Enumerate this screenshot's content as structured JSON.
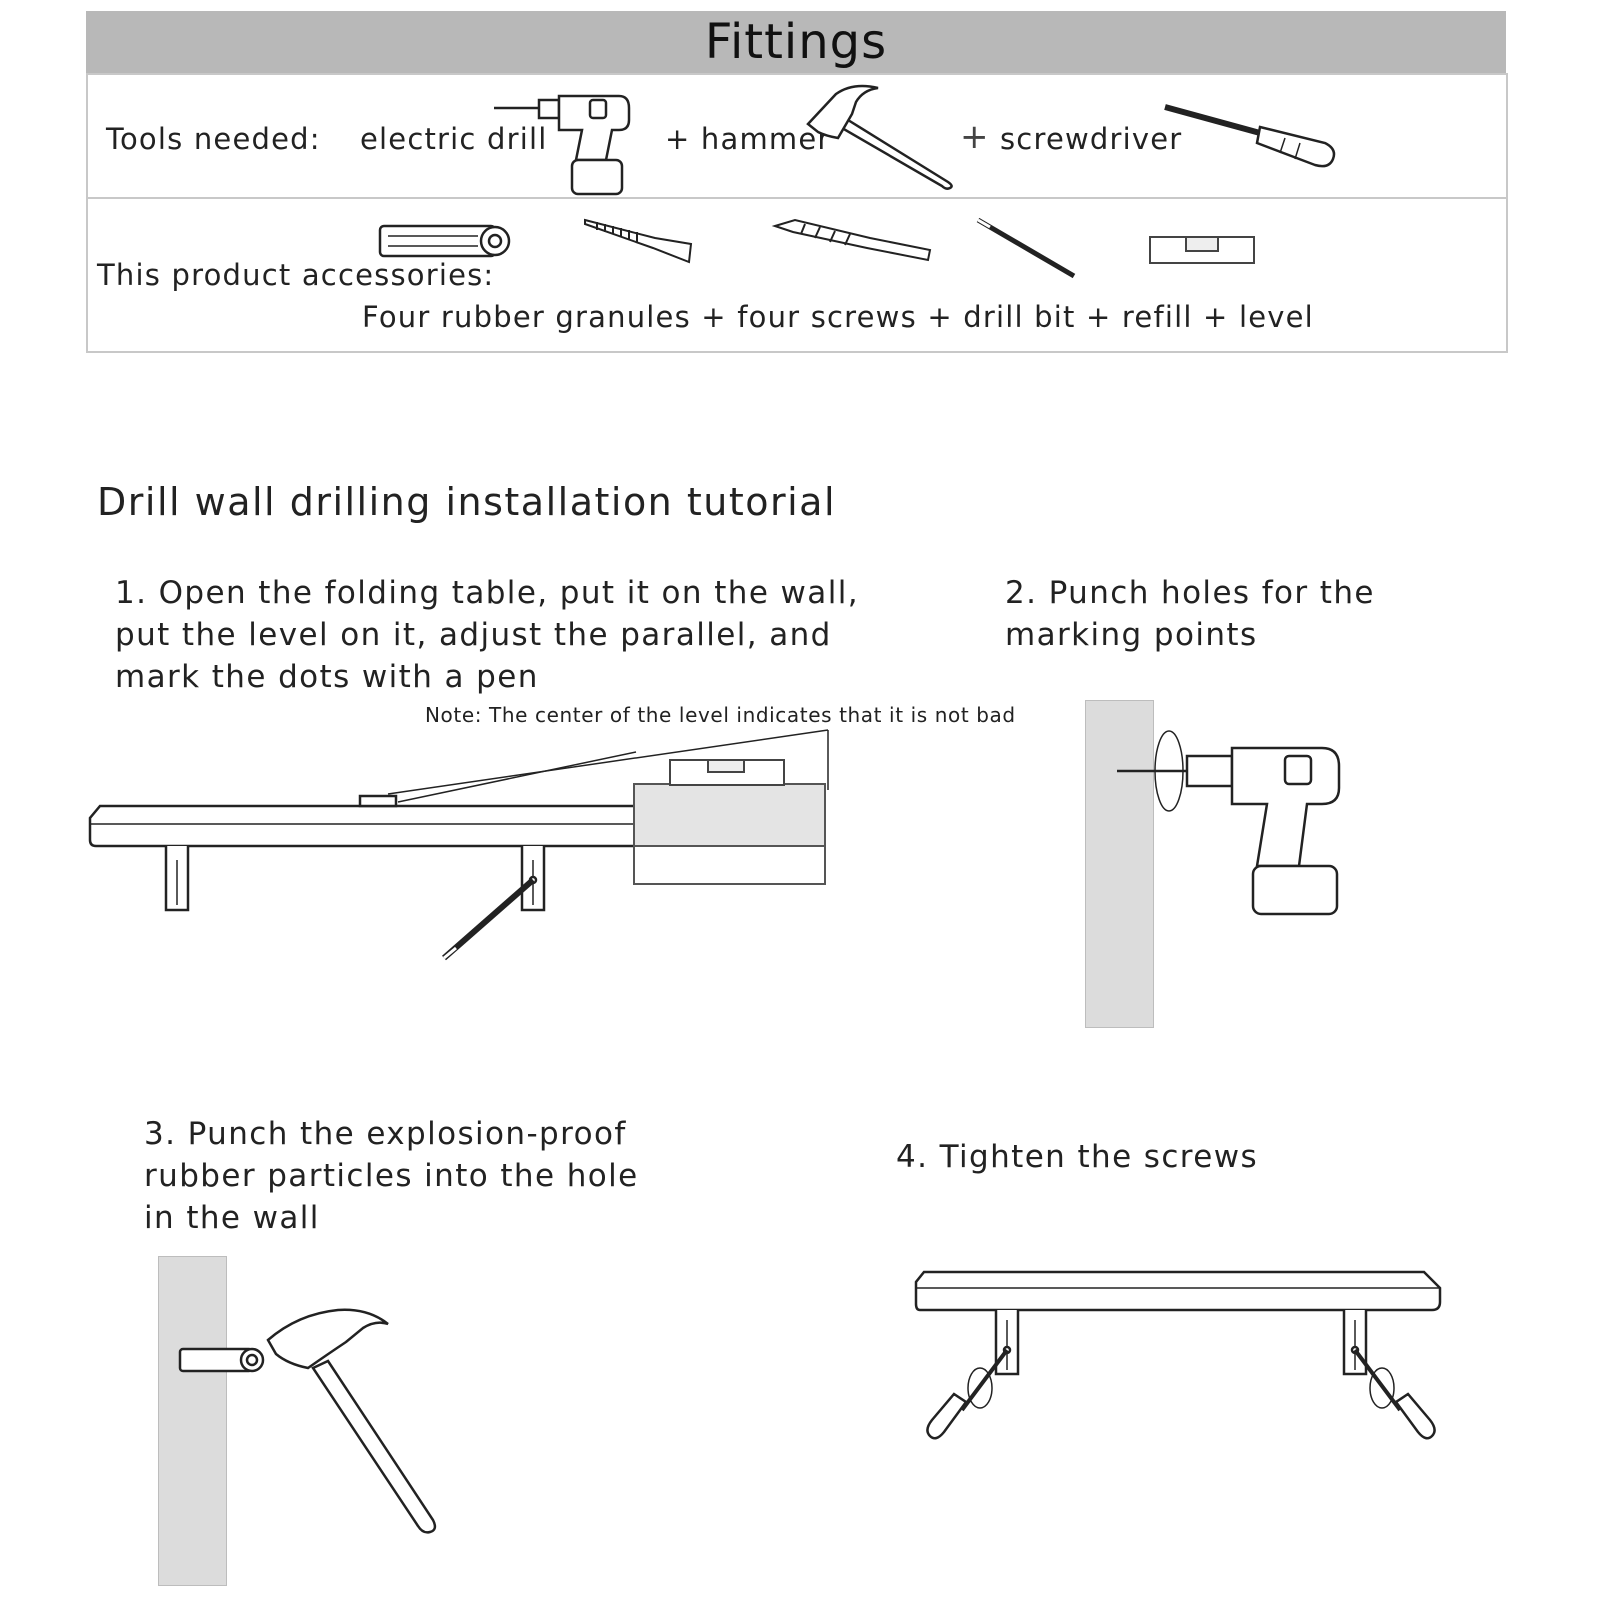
{
  "header": {
    "title": "Fittings"
  },
  "tools": {
    "label": "Tools needed:",
    "drill": "electric drill",
    "hammer": "+ hammer",
    "plus": "+",
    "screwdriver": "screwdriver"
  },
  "accessories": {
    "label": "This product accessories:",
    "list": "Four rubber granules + four screws + drill bit + refill + level"
  },
  "tutorial": {
    "title": "Drill wall drilling installation tutorial",
    "step1": [
      "1. Open the folding table, put it on the wall,",
      "put the level on it, adjust the parallel, and",
      "mark the dots with a pen"
    ],
    "note": "Note: The center of the level indicates that it is not bad",
    "step2": [
      "2. Punch holes for the",
      "marking points"
    ],
    "step3": [
      "3. Punch the explosion-proof",
      "rubber particles into the hole",
      "in the wall"
    ],
    "step4": "4. Tighten the screws"
  }
}
